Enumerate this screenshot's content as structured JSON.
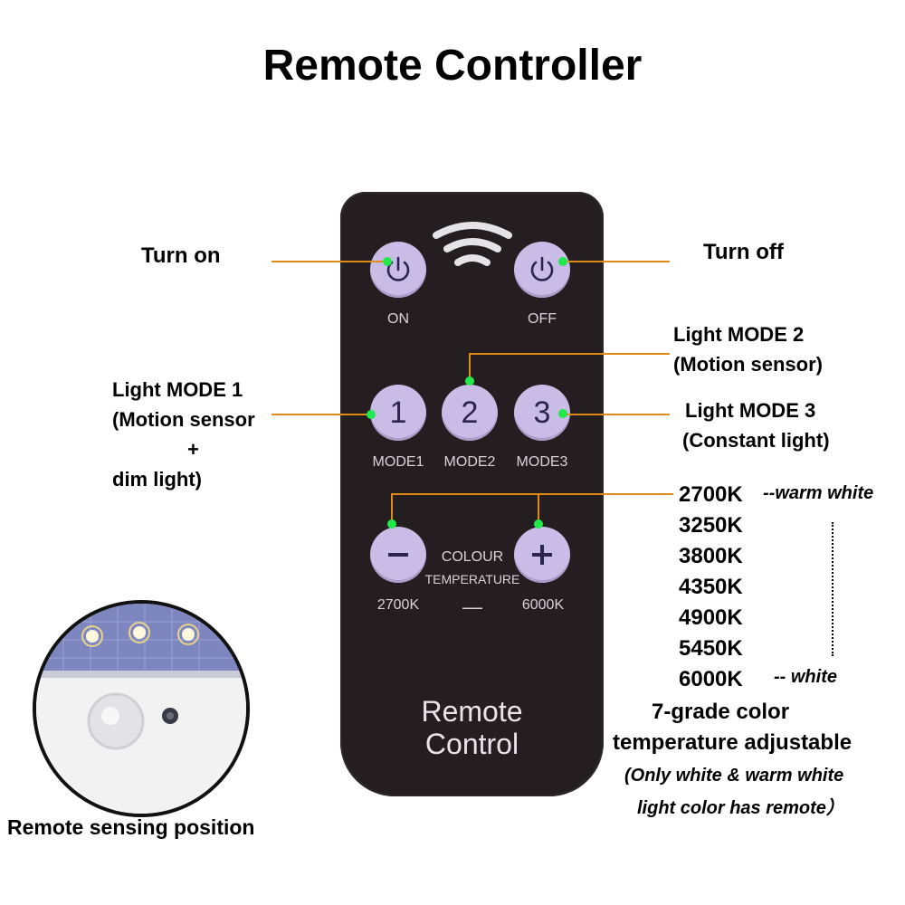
{
  "title": "Remote Controller",
  "labels": {
    "turn_on": "Turn on",
    "turn_off": "Turn off",
    "mode1": [
      "Light MODE 1",
      "(Motion sensor",
      "+",
      "dim light)"
    ],
    "mode2": [
      "Light MODE 2",
      "(Motion sensor)"
    ],
    "mode3": [
      "Light MODE 3",
      "(Constant light)"
    ]
  },
  "remote": {
    "buttons": {
      "on": "ON",
      "off": "OFF",
      "mode1": "MODE1",
      "mode2": "MODE2",
      "mode3": "MODE3",
      "num1": "1",
      "num2": "2",
      "num3": "3",
      "minus_label": "2700K",
      "plus_label": "6000K",
      "colour": "COLOUR",
      "temperature": "TEMPERATURE",
      "dash": "—"
    },
    "brand_line1": "Remote",
    "brand_line2": "Control"
  },
  "color_temps": [
    "2700K",
    "3250K",
    "3800K",
    "4350K",
    "4900K",
    "5450K",
    "6000K"
  ],
  "temp_notes": {
    "warm": "--warm white",
    "white": "-- white"
  },
  "adjustable": [
    "7-grade color",
    "temperature adjustable"
  ],
  "footnote": [
    "(Only white & warm white",
    "light color has remote）"
  ],
  "sensing_caption": "Remote sensing position",
  "colors": {
    "remote_body": "#241e21",
    "button": "#c9bde8",
    "leader_line": "#e08b17",
    "marker_dot": "#22e84b"
  }
}
